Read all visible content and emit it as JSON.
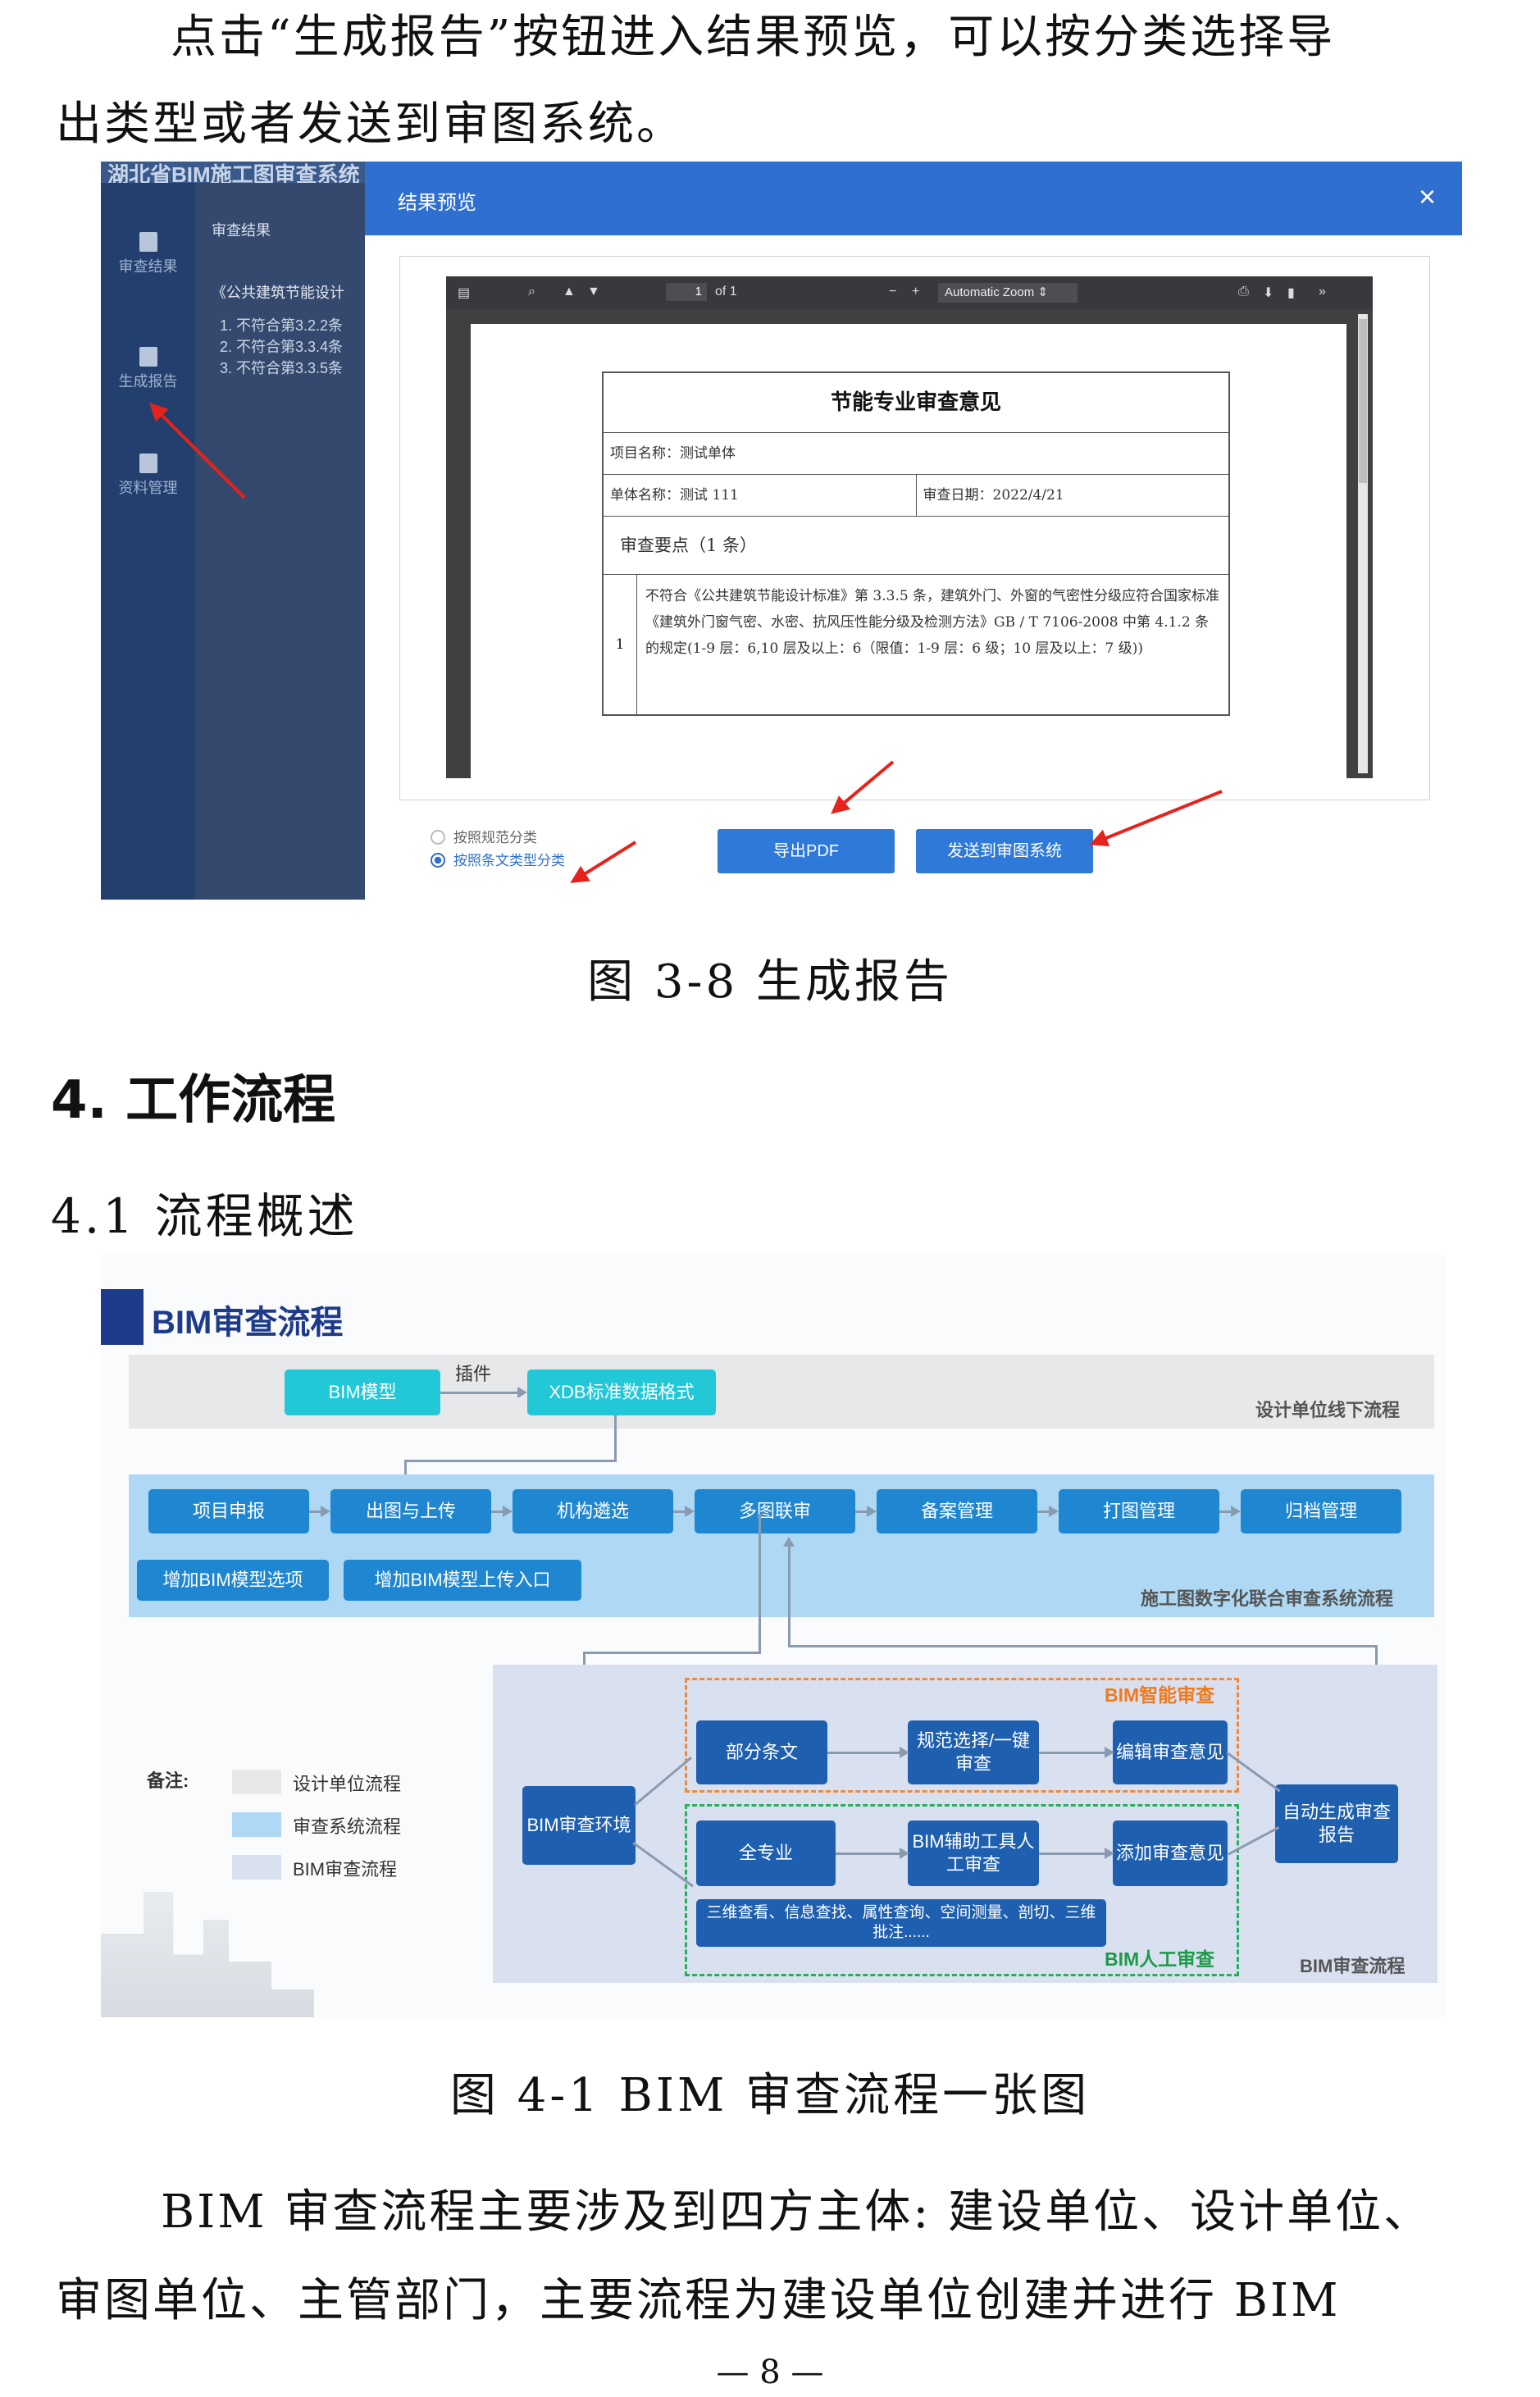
{
  "intro": {
    "line1": "点击“生成报告”按钮进入结果预览，可以按分类选择导",
    "line2": "出类型或者发送到审图系统。"
  },
  "fig38": {
    "app_title": "湖北省BIM施工图审查系统",
    "sidebar": [
      "审查结果",
      "生成报告",
      "资料管理"
    ],
    "panel_title": "审查结果",
    "panel_book": "《公共建筑节能设计",
    "panel_lines": [
      "1. 不符合第3.2.2条",
      "2. 不符合第3.3.4条",
      "3. 不符合第3.3.5条"
    ],
    "dialog_title": "结果预览",
    "close": "×",
    "viewer": {
      "page_current": "1",
      "page_total": "of 1",
      "zoom": "Automatic Zoom"
    },
    "report": {
      "title": "节能专业审查意见",
      "project": "项目名称：测试单体",
      "unit": "单体名称：测试 111",
      "date": "审查日期：2022/4/21",
      "points": "审查要点（1 条）",
      "item_no": "1",
      "item_text": "不符合《公共建筑节能设计标准》第 3.3.5 条，建筑外门、外窗的气密性分级应符合国家标准《建筑外门窗气密、水密、抗风压性能分级及检测方法》GB / T 7106-2008 中第 4.1.2 条的规定(1-9 层：6,10 层及以上：6（限值：1-9 层：6 级；10 层及以上：7 级))"
    },
    "radio1": "按照规范分类",
    "radio2": "按照条文类型分类",
    "btn_export": "导出PDF",
    "btn_send": "发送到审图系统"
  },
  "captions": {
    "fig38": "图 3-8   生成报告",
    "fig41": "图 4-1 BIM 审查流程一张图"
  },
  "headings": {
    "h4": "4. 工作流程",
    "h41": "4.1   流程概述"
  },
  "fig41": {
    "title": "BIM审查流程",
    "row1": {
      "bim_model": "BIM模型",
      "plugin": "插件",
      "xdb": "XDB标准数据格式",
      "label": "设计单位线下流程"
    },
    "row2": {
      "steps": [
        "项目申报",
        "出图与上传",
        "机构遴选",
        "多图联审",
        "备案管理",
        "打图管理",
        "归档管理"
      ],
      "add1": "增加BIM模型选项",
      "add2": "增加BIM模型上传入口",
      "label": "施工图数字化联合审查系统流程"
    },
    "row3": {
      "env": "BIM审查环境",
      "smart_title": "BIM智能审查",
      "partial": "部分条文",
      "spec_select": "规范选择/一键审查",
      "edit": "编辑审查意见",
      "full": "全专业",
      "assist": "BIM辅助工具人工审查",
      "add": "添加审查意见",
      "tools": "三维查看、信息查找、属性查询、空间测量、剖切、三维批注......",
      "manual_title": "BIM人工审查",
      "auto": "自动生成审查报告",
      "label": "BIM审查流程"
    },
    "legend": {
      "title": "备注:",
      "items": [
        "设计单位流程",
        "审查系统流程",
        "BIM审查流程"
      ]
    }
  },
  "body": {
    "line1": "BIM 审查流程主要涉及到四方主体: 建设单位、设计单位、",
    "line2": "审图单位、主管部门，主要流程为建设单位创建并进行 BIM"
  },
  "page": "— 8 —"
}
